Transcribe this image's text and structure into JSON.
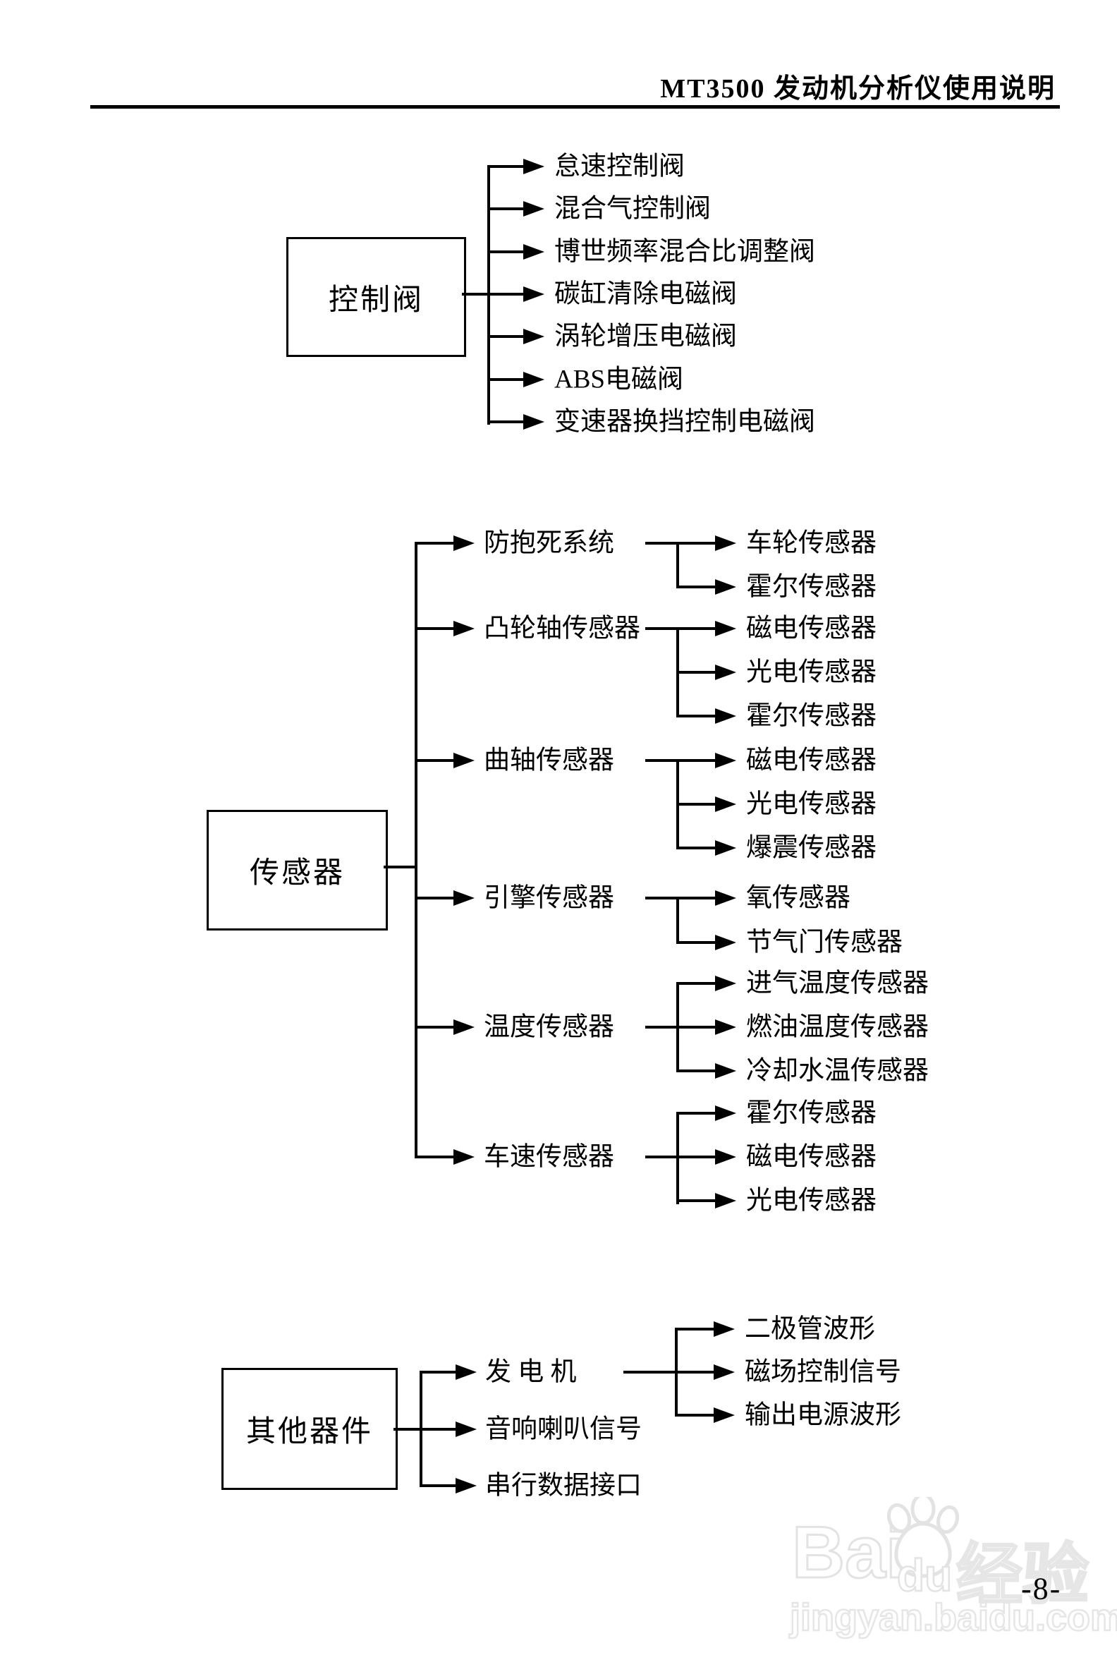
{
  "header": {
    "title": "MT3500 发动机分析仪使用说明"
  },
  "diagram": {
    "sections": [
      {
        "root": "控制阀",
        "branches": [
          {
            "label": "怠速控制阀",
            "children": []
          },
          {
            "label": "混合气控制阀",
            "children": []
          },
          {
            "label": "博世频率混合比调整阀",
            "children": []
          },
          {
            "label": "碳缸清除电磁阀",
            "children": []
          },
          {
            "label": "涡轮增压电磁阀",
            "children": []
          },
          {
            "label": "ABS电磁阀",
            "children": []
          },
          {
            "label": "变速器换挡控制电磁阀",
            "children": []
          }
        ]
      },
      {
        "root": "传感器",
        "branches": [
          {
            "label": "防抱死系统",
            "children": [
              "车轮传感器",
              "霍尔传感器"
            ]
          },
          {
            "label": "凸轮轴传感器",
            "children": [
              "磁电传感器",
              "光电传感器",
              "霍尔传感器"
            ]
          },
          {
            "label": "曲轴传感器",
            "children": [
              "磁电传感器",
              "光电传感器",
              "爆震传感器"
            ]
          },
          {
            "label": "引擎传感器",
            "children": [
              "氧传感器",
              "节气门传感器"
            ]
          },
          {
            "label": "温度传感器",
            "children": [
              "进气温度传感器",
              "燃油温度传感器",
              "冷却水温传感器"
            ]
          },
          {
            "label": "车速传感器",
            "children": [
              "霍尔传感器",
              "磁电传感器",
              "光电传感器"
            ]
          }
        ]
      },
      {
        "root": "其他器件",
        "branches": [
          {
            "label": "发 电 机",
            "children": [
              "二极管波形",
              "磁场控制信号",
              "输出电源波形"
            ]
          },
          {
            "label": "音响喇叭信号",
            "children": []
          },
          {
            "label": "串行数据接口",
            "children": []
          }
        ]
      }
    ]
  },
  "footer": {
    "page_number": "-8-",
    "watermark": {
      "brand_prefix": "Bai",
      "brand_suffix": "du",
      "brand_cn": "经验",
      "url": "jingyan.baidu.com"
    }
  }
}
